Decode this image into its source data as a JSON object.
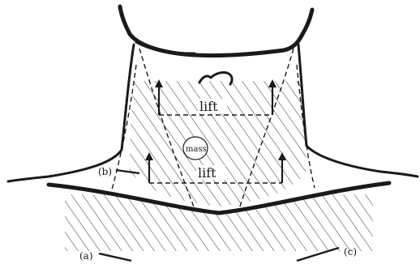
{
  "figure": {
    "labels": {
      "lift_upper": "lift",
      "lift_lower": "lift",
      "mass": "mass",
      "a": "(a)",
      "b": "(b)",
      "c": "(c)"
    }
  }
}
